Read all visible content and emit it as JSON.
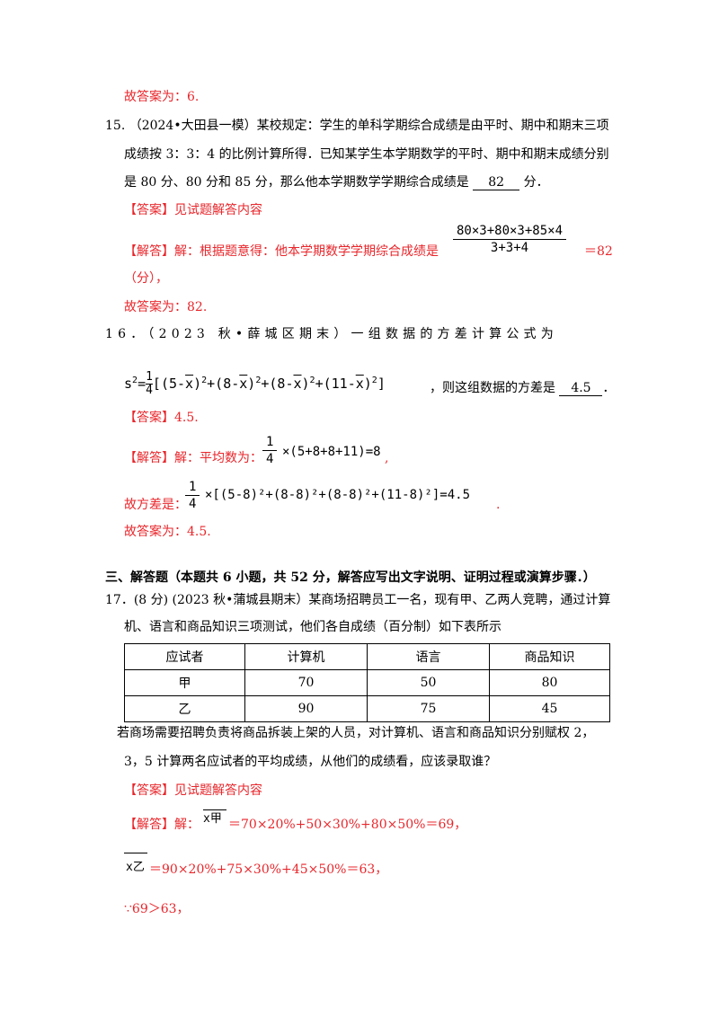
{
  "lines": {
    "l1": "故答案为：6.",
    "q15a": "15. （2024•大田县一模）某校规定：学生的单科学期综合成绩是由平时、期中和期末三项",
    "q15b": "成绩按 3：3：4 的比例计算所得．已知某学生本学期数学的平时、期中和期末成绩分别",
    "q15c_pre": "是 80 分、80 分和 85 分，那么他本学期数学学期综合成绩是",
    "q15c_ans": "82",
    "q15c_post": "分．",
    "q15_ans": "【答案】见试题解答内容",
    "q15_sol": "【解答】解：根据题意得：他本学期数学学期综合成绩是",
    "q15_frac_num": "80×3+80×3+85×4",
    "q15_frac_den": "3+3+4",
    "q15_eq": "＝82",
    "q15_unit": "（分），",
    "q15_final": "故答案为：82.",
    "q16a": "16．（2023 秋•薛城区期末）一组数据的方差计算公式为",
    "q16_formula_pre": "s",
    "q16_formula_sup": "2",
    "q16_formula_eq": "=",
    "q16_formula_num": "1",
    "q16_formula_den": "4",
    "q16_formula_body_a": "[(5-",
    "q16_formula_x1": "x",
    "q16_formula_body_b": ")",
    "q16_formula_body_c": "+(8-",
    "q16_formula_x2": "x",
    "q16_formula_body_d": "+(8-",
    "q16_formula_x3": "x",
    "q16_formula_body_e": "+(11-",
    "q16_formula_x4": "x",
    "q16_formula_end": "]",
    "q16_post": "，则这组数据的方差是",
    "q16_ans_val": "4.5",
    "q16_end": "．",
    "q16_ans": "【答案】4.5.",
    "q16_sol": "【解答】解：平均数为：",
    "q16_mean_num": "1",
    "q16_mean_den": "4",
    "q16_mean_body": "×(5+8+8+11)=8",
    "q16_mean_end": ",",
    "q16_var_label": "故方差是：",
    "q16_var_num": "1",
    "q16_var_den": "4",
    "q16_var_body": "×[(5-8)²+(8-8)²+(8-8)²+(11-8)²]=4.5",
    "q16_var_end": ".",
    "q16_final": "故答案为：4.5.",
    "sec3": "三、解答题（本题共 6 小题，共 52 分，解答应写出文字说明、证明过程或演算步骤．）",
    "q17a": "17．(8 分) (2023 秋•蒲城县期末）某商场招聘员工一名，现有甲、乙两人竞聘，通过计算",
    "q17b": "机、语言和商品知识三项测试，他们各自成绩（百分制）如下表所示",
    "q17c": "若商场需要招聘负责将商品拆装上架的人员，对计算机、语言和商品知识分别赋权 2，",
    "q17d": "3，5 计算两名应试者的平均成绩，从他们的成绩看，应该录取谁？",
    "q17_ans": "【答案】见试题解答内容",
    "q17_sol": "【解答】解：",
    "q17_x": "x",
    "q17_jia": "甲",
    "q17_jia_eq": "＝70×20%+50×30%+80×50%＝69，",
    "q17_yi": "乙",
    "q17_yi_eq": "＝90×20%+75×30%+45×50%＝63，",
    "q17_since": "∵69＞63，"
  },
  "table": {
    "headers": [
      "应试者",
      "计算机",
      "语言",
      "商品知识"
    ],
    "rows": [
      [
        "甲",
        "70",
        "50",
        "80"
      ],
      [
        "乙",
        "90",
        "75",
        "45"
      ]
    ]
  },
  "colors": {
    "answer_red": "#e8262b",
    "text": "#000000"
  }
}
